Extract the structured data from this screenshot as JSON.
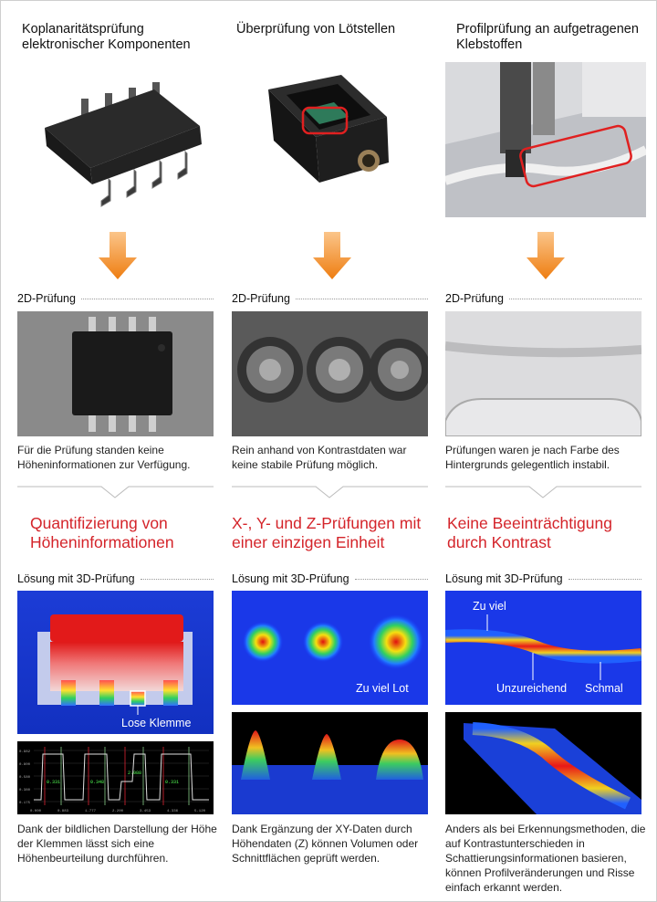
{
  "columns": [
    {
      "title": "Koplanaritätsprüfung elektronischer Komponenten",
      "section_2d": "2D-Prüfung",
      "desc_2d": "Für die Prüfung standen keine Höheninformationen zur Verfügung.",
      "headline": "Quantifizierung von Höheninformationen",
      "section_3d": "Lösung mit 3D-Prüfung",
      "callouts": [
        "Lose Klemme"
      ],
      "graph_values": [
        "0.331",
        "0.348",
        "2.088",
        "0.331"
      ],
      "graph_axis": [
        "0.000",
        "0.883",
        "1.777",
        "2.200",
        "3.453",
        "4.336",
        "5.120"
      ],
      "graph_yaxis": [
        "0.982",
        "0.800",
        "0.580",
        "0.380",
        "0.175"
      ],
      "desc_3d": "Dank der bildlichen Darstellung der Höhe der Klemmen lässt sich eine Höhenbeurteilung durchführen."
    },
    {
      "title": "Überprüfung von Lötstellen",
      "section_2d": "2D-Prüfung",
      "desc_2d": "Rein anhand von Kontrastdaten war keine stabile Prüfung möglich.",
      "headline": "X-, Y- und Z-Prüfungen mit einer einzigen Einheit",
      "section_3d": "Lösung mit 3D-Prüfung",
      "callouts": [
        "Zu viel Lot"
      ],
      "desc_3d": "Dank Ergänzung der XY-Daten durch Höhendaten (Z) können Volumen oder Schnittflächen geprüft werden."
    },
    {
      "title": "Profilprüfung an aufgetragenen Klebstoffen",
      "section_2d": "2D-Prüfung",
      "desc_2d": "Prüfungen waren je nach Farbe des Hintergrunds gelegentlich instabil.",
      "headline": "Keine Beeinträchtigung durch Kontrast",
      "section_3d": "Lösung mit 3D-Prüfung",
      "callouts": [
        "Zu viel",
        "Unzureichend",
        "Schmal"
      ],
      "desc_3d": "Anders als bei Erkennungsmethoden, die auf Kontrastunterschieden in Schattierungsinformationen basieren, können Profilveränderungen und Risse einfach erkannt werden."
    }
  ],
  "colors": {
    "headline": "#d4242a",
    "arrow": "#f08a1c",
    "highlight": "#e02020"
  }
}
